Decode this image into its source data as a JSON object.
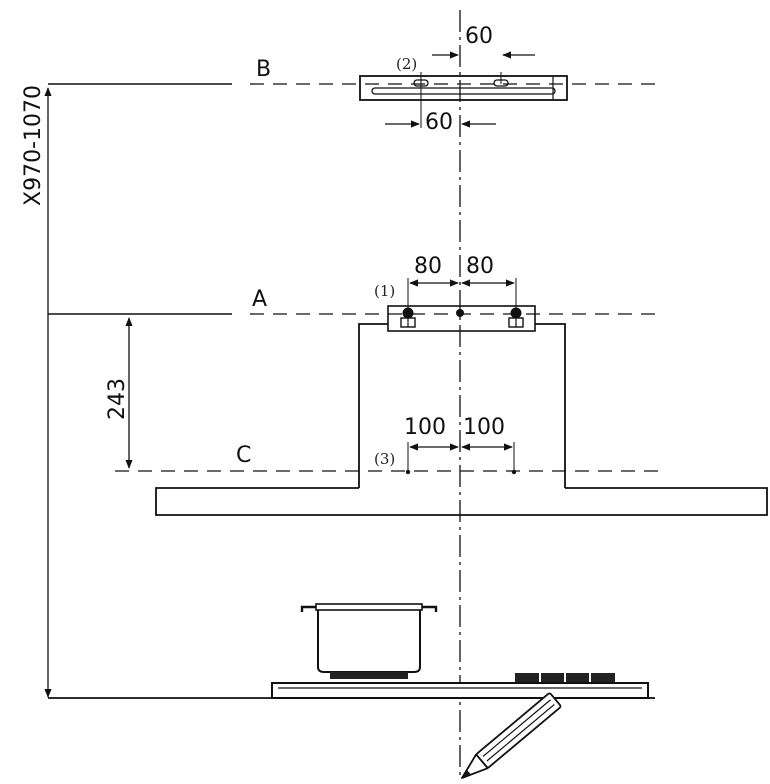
{
  "labels": {
    "line_a": "A",
    "line_b": "B",
    "line_c": "C",
    "marker_1": "(1)",
    "marker_2": "(2)",
    "marker_3": "(3)"
  },
  "dimensions": {
    "overall_height": "X970-1070",
    "a_to_c": "243",
    "b_top_offset": "60",
    "b_bottom_offset": "60",
    "a_left_offset": "80",
    "a_right_offset": "80",
    "c_left_offset": "100",
    "c_right_offset": "100"
  },
  "icons": [
    "pot-icon",
    "pencil-icon",
    "bracket-icon",
    "screw-icon"
  ]
}
